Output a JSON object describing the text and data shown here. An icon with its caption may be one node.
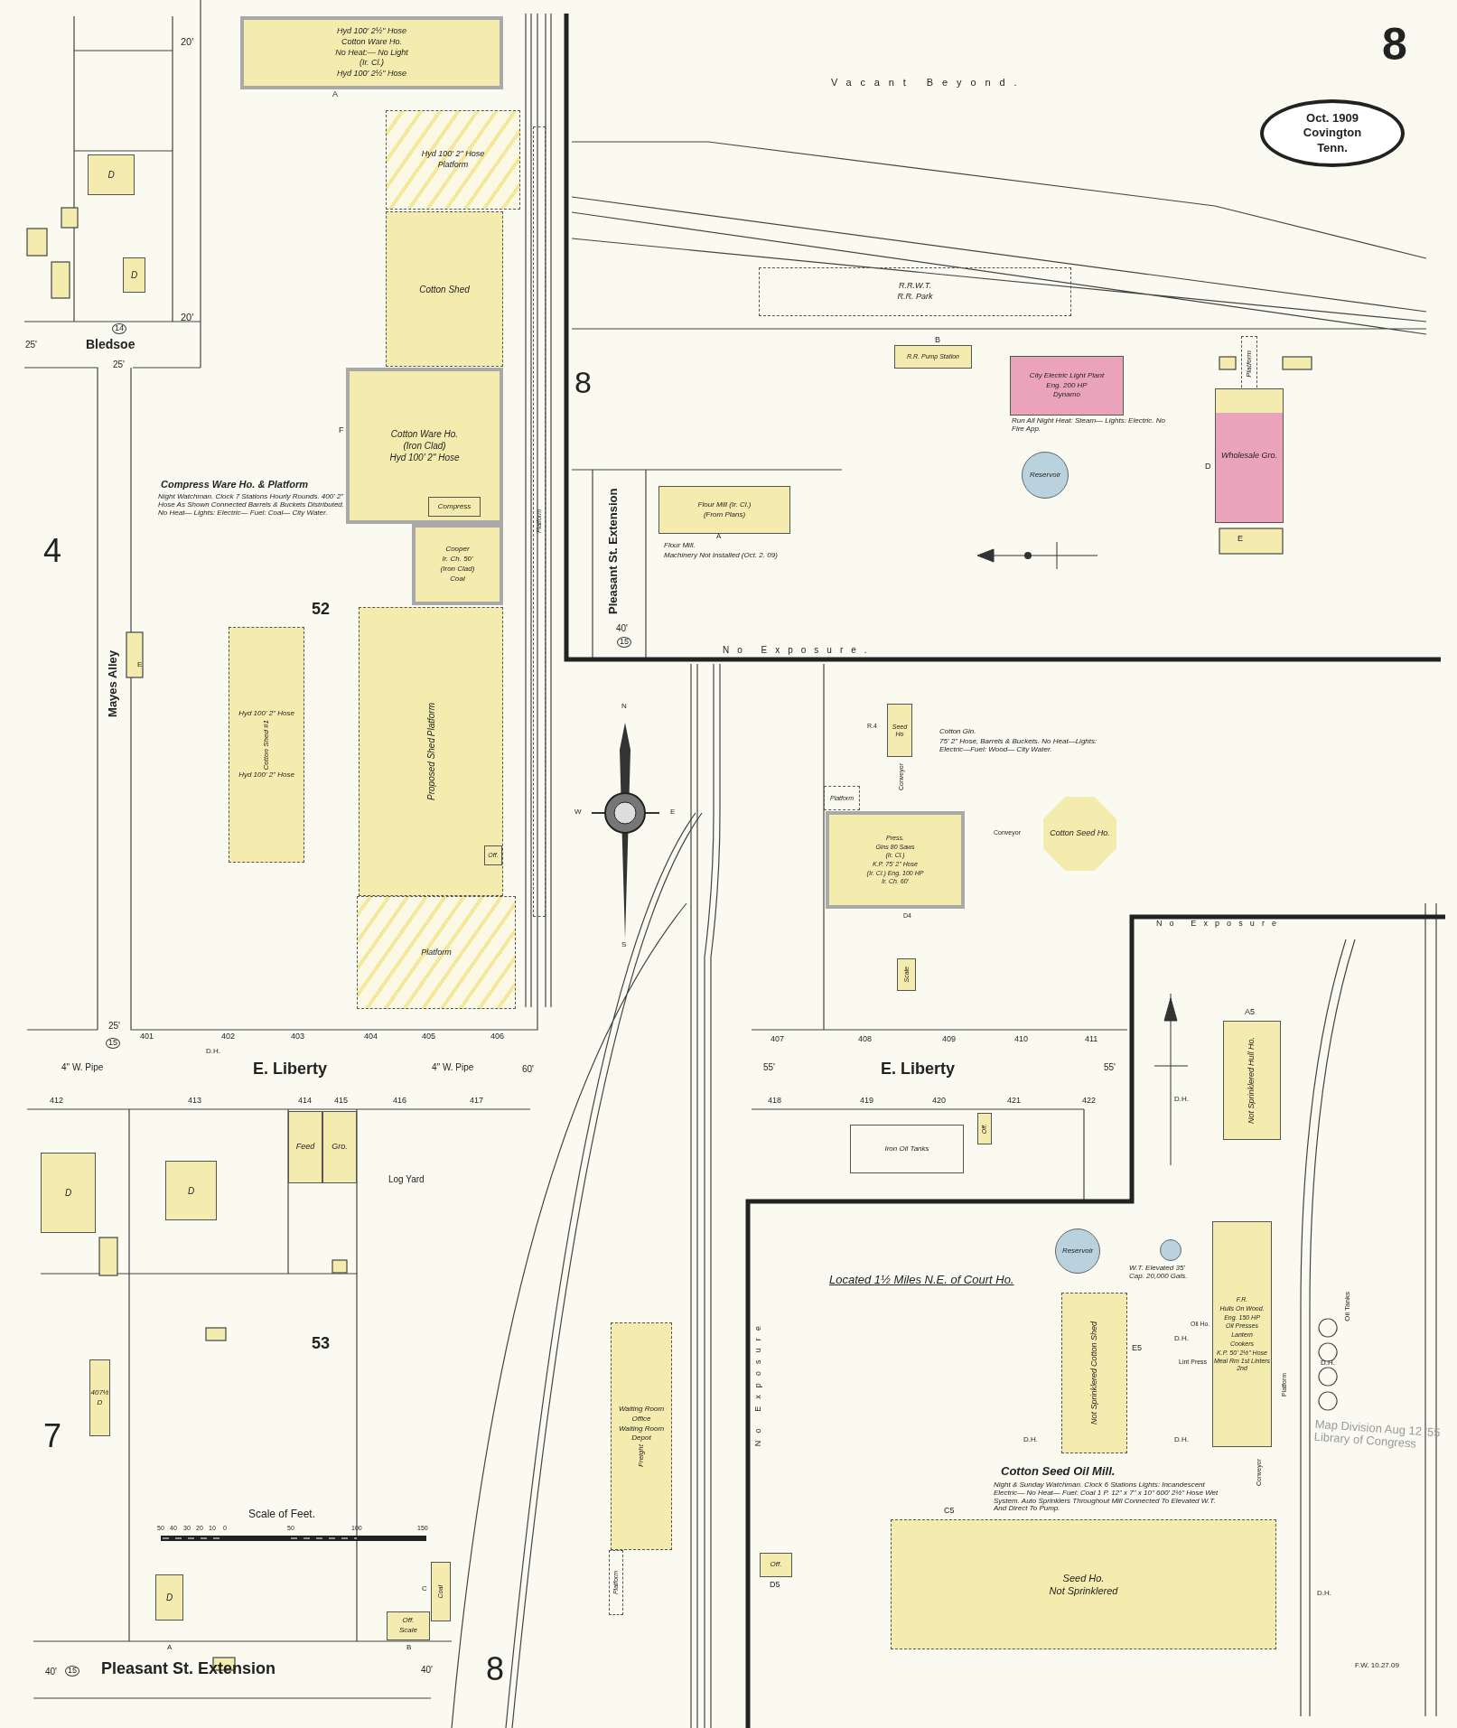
{
  "diagram": {
    "nodes": [
      {
        "text": [
          "Oct. 1909",
          "Covington",
          "Tenn."
        ]
      },
      {
        "text": [
          "Hyd 100' 2½\" Hose",
          "Cotton Ware Ho.",
          "No Heat:— No Light",
          "(Ir. Cl.)",
          "Hyd 100' 2½\" Hose"
        ]
      },
      {
        "text": [
          "Hyd 100' 2\" Hose",
          "Platform"
        ]
      },
      {
        "text": [
          "Cotton Shed"
        ]
      },
      {
        "text": [
          "Cotton Ware Ho.",
          "(Iron Clad)",
          "Hyd 100' 2\" Hose"
        ]
      },
      {
        "text": [
          "Compress"
        ],
        "in": 4
      },
      {
        "text": [
          "Cooper",
          "Ir. Ch. 50'",
          "(Iron Clad)",
          "Coal"
        ]
      },
      {
        "text": [
          "Platform",
          "Proposed Shed"
        ]
      },
      {
        "text": [
          "Off."
        ],
        "in": 7
      },
      {
        "text": [
          "Platform"
        ]
      },
      {
        "text": [
          "Platform"
        ]
      },
      {
        "text": [
          "Hyd 100' 2\" Hose",
          "Cotton Shed #1",
          "Hyd 100' 2\" Hose"
        ]
      },
      {
        "text": [
          "D"
        ]
      },
      {
        "text": [
          "D"
        ]
      },
      {
        "text": [
          "R.R.W.T.",
          "R.R. Park"
        ]
      },
      {
        "text": [
          "R.R. Pump Station"
        ]
      },
      {
        "text": [
          "City Electric Light Plant",
          "Eng. 200 HP",
          "Dynamo"
        ],
        "beside": [
          "Run All Night Heat: Steam— Lights: Electric. No Fire App."
        ]
      },
      {
        "text": [
          "Reservoir"
        ]
      },
      {
        "text": [
          "Platform"
        ]
      },
      {
        "text": [
          "Wholesale Gro."
        ]
      },
      {
        "text": [
          "Flour Mill (Ir. Cl.)",
          "(From Plans)"
        ],
        "beside": [
          "Flour Mill.",
          "Machinery Not Installed (Oct. 2. 09)"
        ]
      },
      {
        "text": [
          "Seed Ho"
        ]
      },
      {
        "text": [
          "Platform"
        ]
      },
      {
        "text": [
          "Press.",
          "Gins 80 Saws",
          "(Ir. Cl.)",
          "K.P. 75' 2\" Hose",
          "(Ir. Cl.) Eng. 100 HP",
          "Ir. Ch. 60'"
        ],
        "beside": [
          "Cotton Gin.",
          "75' 2\" Hose, Barrels & Buckets. No Heat—Lights: Electric—Fuel: Wood— City Water."
        ]
      },
      {
        "text": [
          "Cotton Seed Ho."
        ]
      },
      {
        "text": [
          "Scale"
        ]
      },
      {
        "text": [
          "Iron Oil Tanks"
        ]
      },
      {
        "text": [
          "Off."
        ]
      },
      {
        "text": [
          "Hull Ho.",
          "Not Sprinklered"
        ]
      },
      {
        "text": [
          "Reservoir"
        ]
      },
      {
        "text": [],
        "shape": "circle",
        "beside": [
          "W.T. Elevated 35' Cap. 20,000 Gals."
        ]
      },
      {
        "text": [
          "F.R.",
          "Hulls On Wood.",
          "Eng. 150 HP",
          "Oil Presses",
          "Lantern",
          "Cookers",
          "K.P. 50' 2½\" Hose",
          "Meal Rm 1st Linters 2nd"
        ]
      },
      {
        "text": [
          "Cotton Shed",
          "Not Sprinklered"
        ]
      },
      {
        "text": [
          "Seed Ho.",
          "Not Sprinklered"
        ]
      },
      {
        "text": [
          "Off."
        ]
      },
      {
        "text": [
          "Waiting Room",
          "Office",
          "Waiting Room",
          "Depot",
          "Freight"
        ]
      },
      {
        "text": [
          "Platform"
        ]
      },
      {
        "text": [
          "Feed"
        ]
      },
      {
        "text": [
          "Gro."
        ]
      },
      {
        "text": [
          "D"
        ]
      },
      {
        "text": [
          "D"
        ]
      },
      {
        "text": [
          "407½",
          "D"
        ]
      },
      {
        "text": [
          "D"
        ]
      },
      {
        "text": [
          "Coal"
        ]
      },
      {
        "text": [
          "Off.",
          "Scale"
        ]
      }
    ],
    "labels": [
      "8",
      "Vacant Beyond.",
      "20'",
      "A",
      "8",
      "20'",
      "14",
      "25'",
      "Bledsoe",
      "25'",
      "F",
      "Compress Ware Ho. & Platform",
      "Night Watchman. Clock 7 Stations Hourly Rounds. 400' 2\" Hose As Shown Connected Barrels & Buckets Distributed. No Heat— Lights: Electric— Fuel: Coal— City Water.",
      "Pleasant St. Extension",
      "40'",
      "15",
      "No Exposure.",
      "D",
      "E",
      "A",
      "B",
      "4",
      "52",
      "Mayes Alley",
      "E",
      "N",
      "W",
      "E",
      "S",
      "R.4",
      "Conveyor",
      "Conveyor",
      "D4",
      "25'",
      "15",
      "401",
      "402",
      "403",
      "404",
      "405",
      "406",
      "D.H.",
      "4\" W. Pipe",
      "E. Liberty",
      "4\" W. Pipe",
      "60'",
      "407",
      "408",
      "409",
      "410",
      "411",
      "55'",
      "E. Liberty",
      "55'",
      "412",
      "413",
      "414",
      "415",
      "416",
      "417",
      "418",
      "419",
      "420",
      "421",
      "422",
      "No Exposure",
      "D.H.",
      "A5",
      "Log Yard",
      "Located 1½ Miles N.E. of Court Ho.",
      "53",
      "No Exposure",
      "Oil Ho.",
      "D.H.",
      "E5",
      "Lint Press",
      "Oil Tanks",
      "D.H.",
      "Platform",
      "Map Division Aug 12 '55 Library of Congress",
      "D.H.",
      "D.H.",
      "7",
      "Cotton Seed Oil Mill.",
      "Night & Sunday Watchman. Clock 6 Stations Lights: Incandescent Electric— No Heat— Fuel: Coal 1 P. 12\" x 7\" x 10\" 600' 2½\" Hose Wet System. Auto Sprinklers Throughout Mill Connected To Elevated W.T. And Direct To Pump.",
      "C5",
      "Conveyor",
      "Scale of Feet.",
      "50",
      "40",
      "30",
      "20",
      "10",
      "0",
      "50",
      "100",
      "150",
      "D5",
      "D.H.",
      "A",
      "B",
      "C",
      "40'",
      "15",
      "Pleasant St. Extension",
      "40'",
      "8",
      "F.W. 10.27.09"
    ]
  }
}
